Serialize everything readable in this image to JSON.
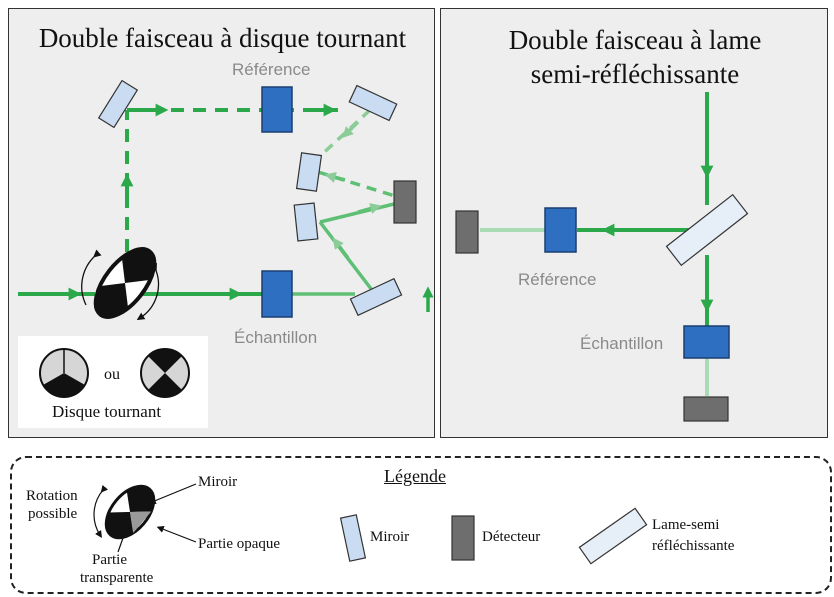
{
  "left_panel": {
    "title": "Double faisceau à disque tournant",
    "reference_label": "Référence",
    "sample_label": "Échantillon",
    "inset": {
      "separator": "ou",
      "caption": "Disque tournant"
    }
  },
  "right_panel": {
    "title_line1": "Double faisceau à lame",
    "title_line2": "semi-réfléchissante",
    "reference_label": "Référence",
    "sample_label": "Échantillon"
  },
  "legend": {
    "title": "Légende",
    "rotation_line1": "Rotation",
    "rotation_line2": "possible",
    "mirror_label": "Miroir",
    "opaque_label": "Partie opaque",
    "transparent_line1": "Partie",
    "transparent_line2": "transparente",
    "item_mirror": "Miroir",
    "item_detector": "Détecteur",
    "item_splitter_line1": "Lame-semi",
    "item_splitter_line2": "réfléchissante"
  },
  "colors": {
    "beam": "#2aa84a",
    "sample_cell": "#2f6fc2",
    "mirror_fill": "#c9dcf2",
    "detector": "#6e6e6e",
    "panel_bg": "#eeeeee"
  }
}
